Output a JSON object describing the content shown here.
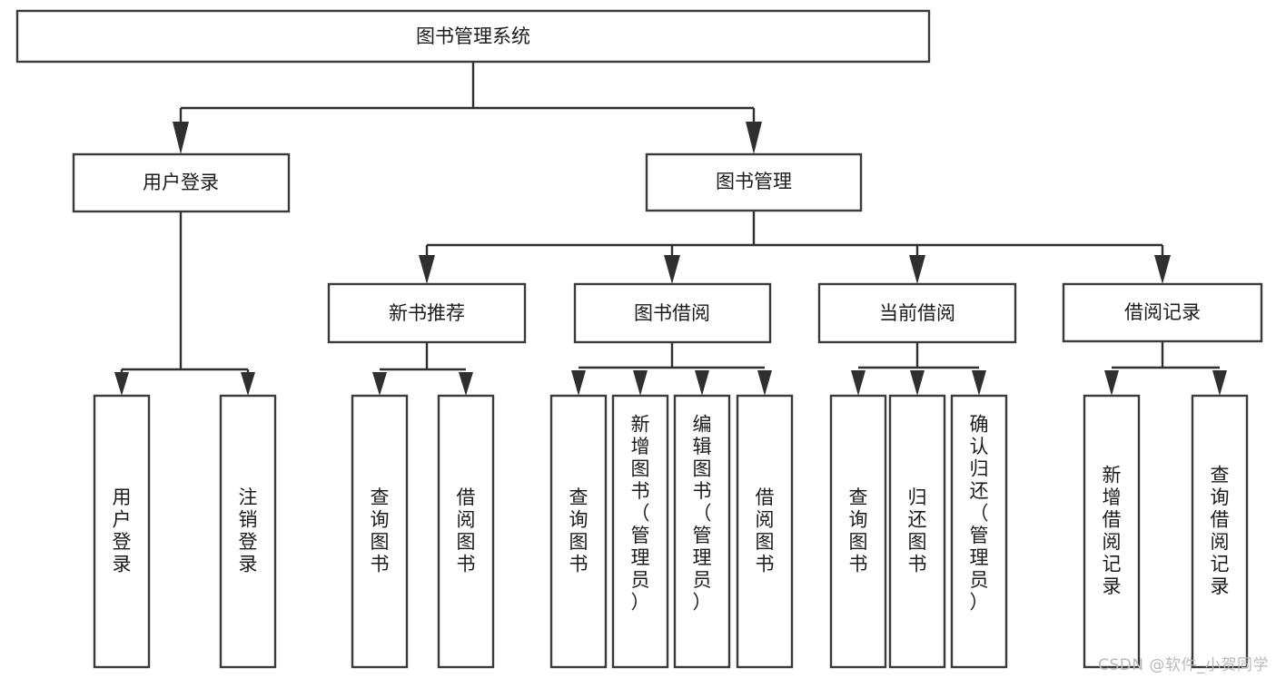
{
  "diagram": {
    "title": "图书管理系统",
    "type": "tree-hierarchy",
    "orientation": "top-down",
    "watermark": "CSDN @软件_小贺同学",
    "colors": {
      "background": "#ffffff",
      "box_border": "#3a3a3a",
      "box_fill": "#ffffff",
      "connector": "#2f2f2f",
      "text": "#1b1b1b",
      "watermark": "#b9b9b9"
    },
    "nodes": {
      "root": {
        "label": "图书管理系统",
        "level": 0,
        "orientation": "horizontal"
      },
      "l1": [
        {
          "id": "user-login",
          "label": "用户登录",
          "orientation": "horizontal"
        },
        {
          "id": "book-manage",
          "label": "图书管理",
          "orientation": "horizontal"
        }
      ],
      "l2": [
        {
          "id": "new-book-recommend",
          "label": "新书推荐",
          "parent": "book-manage",
          "orientation": "horizontal"
        },
        {
          "id": "book-borrow",
          "label": "图书借阅",
          "parent": "book-manage",
          "orientation": "horizontal"
        },
        {
          "id": "current-borrow",
          "label": "当前借阅",
          "parent": "book-manage",
          "orientation": "horizontal"
        },
        {
          "id": "borrow-record",
          "label": "借阅记录",
          "parent": "book-manage",
          "orientation": "horizontal"
        }
      ],
      "leaves": [
        {
          "id": "leaf-user-login",
          "label": "用户登录",
          "parent": "user-login",
          "orientation": "vertical"
        },
        {
          "id": "leaf-logout",
          "label": "注销登录",
          "parent": "user-login",
          "orientation": "vertical"
        },
        {
          "id": "leaf-query-book-1",
          "label": "查询图书",
          "parent": "new-book-recommend",
          "orientation": "vertical"
        },
        {
          "id": "leaf-borrow-book-1",
          "label": "借阅图书",
          "parent": "new-book-recommend",
          "orientation": "vertical"
        },
        {
          "id": "leaf-query-book-2",
          "label": "查询图书",
          "parent": "book-borrow",
          "orientation": "vertical"
        },
        {
          "id": "leaf-add-book",
          "label": "新增图书（管理员）",
          "parent": "book-borrow",
          "orientation": "vertical"
        },
        {
          "id": "leaf-edit-book",
          "label": "编辑图书（管理员）",
          "parent": "book-borrow",
          "orientation": "vertical"
        },
        {
          "id": "leaf-borrow-book-2",
          "label": "借阅图书",
          "parent": "book-borrow",
          "orientation": "vertical"
        },
        {
          "id": "leaf-query-book-3",
          "label": "查询图书",
          "parent": "current-borrow",
          "orientation": "vertical"
        },
        {
          "id": "leaf-return-book",
          "label": "归还图书",
          "parent": "current-borrow",
          "orientation": "vertical"
        },
        {
          "id": "leaf-confirm-return",
          "label": "确认归还（管理员）",
          "parent": "current-borrow",
          "orientation": "vertical"
        },
        {
          "id": "leaf-add-record",
          "label": "新增借阅记录",
          "parent": "borrow-record",
          "orientation": "vertical"
        },
        {
          "id": "leaf-query-record",
          "label": "查询借阅记录",
          "parent": "borrow-record",
          "orientation": "vertical"
        }
      ]
    }
  }
}
